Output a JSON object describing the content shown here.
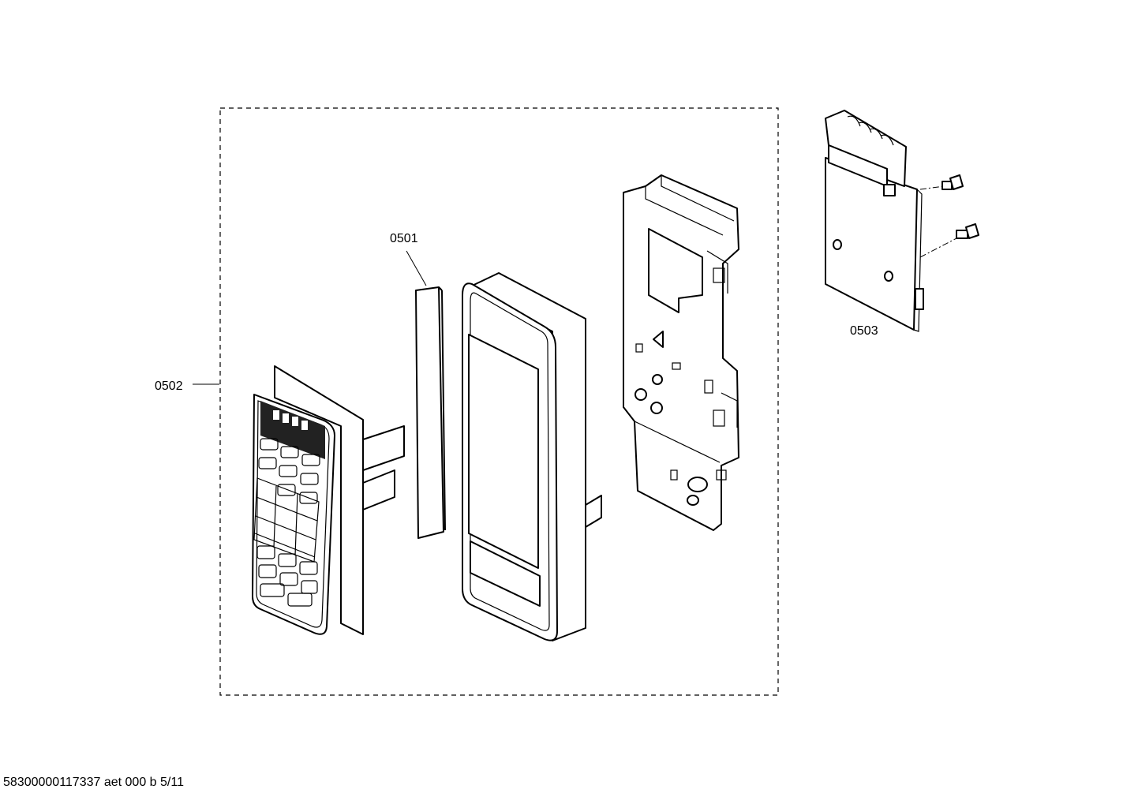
{
  "parts": {
    "p0501": "0501",
    "p0502": "0502",
    "p0503": "0503"
  },
  "footer": "58300000117337 aet 000 b 5/11"
}
